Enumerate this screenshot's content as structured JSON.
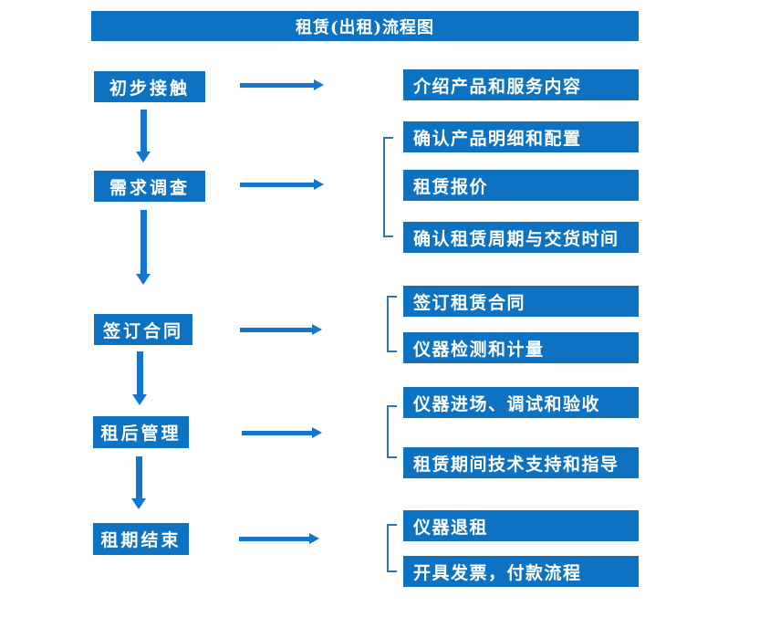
{
  "title": "租赁(出租)流程图",
  "colors": {
    "box_blue": "#0d72c1",
    "arrow_blue": "#1276cf",
    "bracket_blue": "#2e75b6",
    "text_white": "#ffffff",
    "page_bg": "#ffffff"
  },
  "steps": [
    {
      "label": "初步接触",
      "details": [
        "介绍产品和服务内容"
      ]
    },
    {
      "label": "需求调查",
      "details": [
        "确认产品明细和配置",
        "租赁报价",
        "确认租赁周期与交货时间"
      ]
    },
    {
      "label": "签订合同",
      "details": [
        "签订租赁合同",
        "仪器检测和计量"
      ]
    },
    {
      "label": "租后管理",
      "details": [
        "仪器进场、调试和验收",
        "租赁期间技术支持和指导"
      ]
    },
    {
      "label": "租期结束",
      "details": [
        "仪器退租",
        "开具发票，付款流程"
      ]
    }
  ]
}
